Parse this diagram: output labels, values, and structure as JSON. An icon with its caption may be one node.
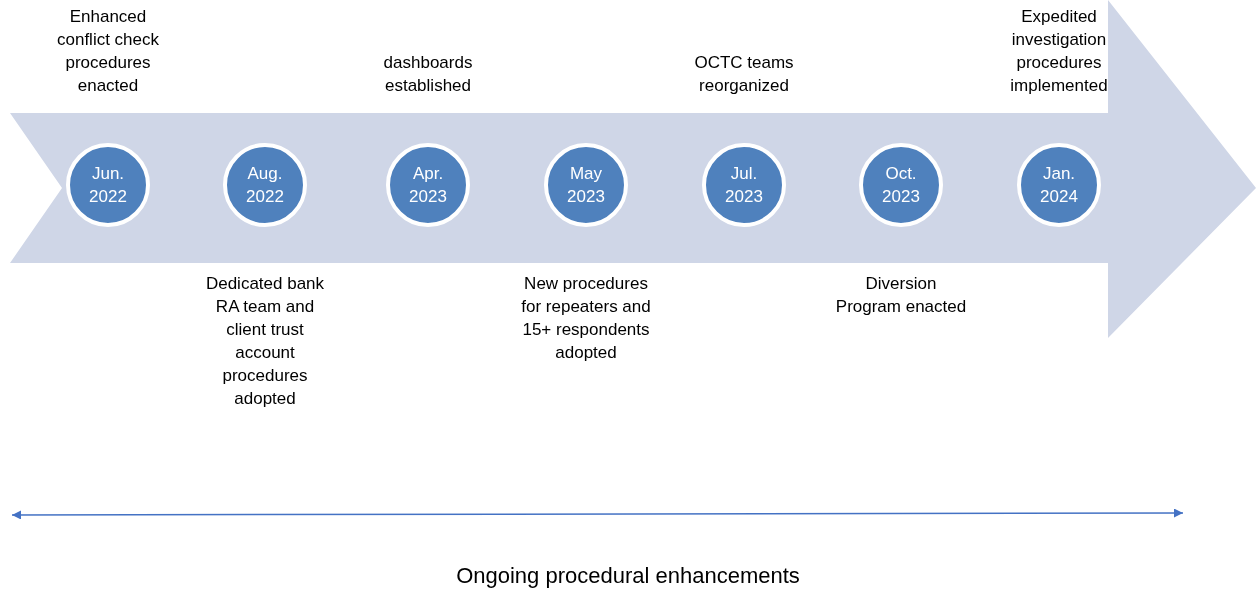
{
  "diagram": {
    "nodes": [
      {
        "text": [],
        "shape": "arrow"
      },
      {
        "text": [
          "Jun. 2022"
        ],
        "in": 0,
        "beside": [
          "Enhanced conflict check procedures enacted"
        ]
      },
      {
        "text": [
          "Aug. 2022"
        ],
        "in": 0,
        "beside": [
          "Dedicated bank RA team and client trust account procedures adopted"
        ]
      },
      {
        "text": [
          "Apr. 2023"
        ],
        "in": 0,
        "beside": [
          "dashboards established"
        ]
      },
      {
        "text": [
          "May 2023"
        ],
        "in": 0,
        "beside": [
          "New procedures for repeaters and 15+ respondents adopted"
        ]
      },
      {
        "text": [
          "Jul. 2023"
        ],
        "in": 0,
        "beside": [
          "OCTC teams reorganized"
        ]
      },
      {
        "text": [
          "Oct. 2023"
        ],
        "in": 0,
        "beside": [
          "Diversion Program enacted"
        ]
      },
      {
        "text": [
          "Jan. 2024"
        ],
        "in": 0,
        "beside": [
          "Expedited investigation procedures implemented"
        ]
      }
    ],
    "labels": [
      "Ongoing procedural enhancements"
    ]
  }
}
